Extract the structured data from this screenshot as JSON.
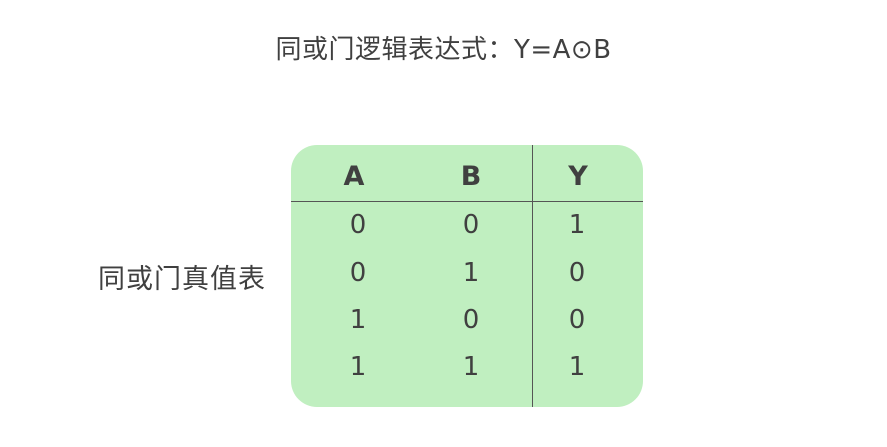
{
  "title": "同或门逻辑表达式：Y=A⊙B",
  "side_label": "同或门真值表",
  "table": {
    "headers": [
      "A",
      "B",
      "Y"
    ],
    "rows": [
      [
        "0",
        "0",
        "1"
      ],
      [
        "0",
        "1",
        "0"
      ],
      [
        "1",
        "0",
        "0"
      ],
      [
        "1",
        "1",
        "1"
      ]
    ]
  },
  "colors": {
    "table_fill": "#c0efc0",
    "text": "#404040",
    "lines": "#555555"
  }
}
